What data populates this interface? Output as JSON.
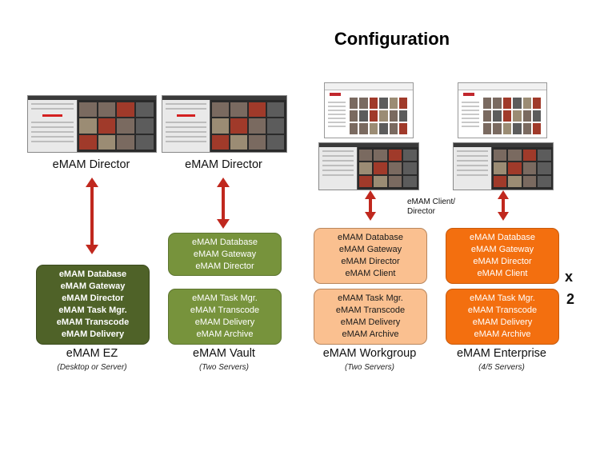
{
  "title": "Configuration",
  "director_label_1": "eMAM Director",
  "director_label_2": "eMAM Director",
  "client_director_label": [
    "eMAM Client/",
    "Director"
  ],
  "multiplier": [
    "x",
    "2"
  ],
  "colors": {
    "arrow": "#c0281e",
    "ez": "#4f6228",
    "vault": "#77933c",
    "workgroup": "#fac090",
    "enterprise": "#f36f0f"
  },
  "ez": {
    "box": [
      "eMAM Database",
      "eMAM Gateway",
      "eMAM Director",
      "eMAM Task Mgr.",
      "eMAM Transcode",
      "eMAM Delivery"
    ],
    "name": "eMAM EZ",
    "sub": "(Desktop or Server)"
  },
  "vault": {
    "top": [
      "eMAM Database",
      "eMAM Gateway",
      "eMAM Director"
    ],
    "bottom": [
      "eMAM Task Mgr.",
      "eMAM Transcode",
      "eMAM Delivery",
      "eMAM Archive"
    ],
    "name": "eMAM Vault",
    "sub": "(Two Servers)"
  },
  "workgroup": {
    "top": [
      "eMAM Database",
      "eMAM Gateway",
      "eMAM Director",
      "eMAM Client"
    ],
    "bottom": [
      "eMAM Task Mgr.",
      "eMAM Transcode",
      "eMAM Delivery",
      "eMAM Archive"
    ],
    "name": "eMAM Workgroup",
    "sub": "(Two Servers)"
  },
  "enterprise": {
    "top": [
      "eMAM Database",
      "eMAM Gateway",
      "eMAM Director",
      "eMAM Client"
    ],
    "bottom": [
      "eMAM Task Mgr.",
      "eMAM Transcode",
      "eMAM Delivery",
      "eMAM Archive"
    ],
    "name": "eMAM Enterprise",
    "sub": "(4/5 Servers)"
  }
}
